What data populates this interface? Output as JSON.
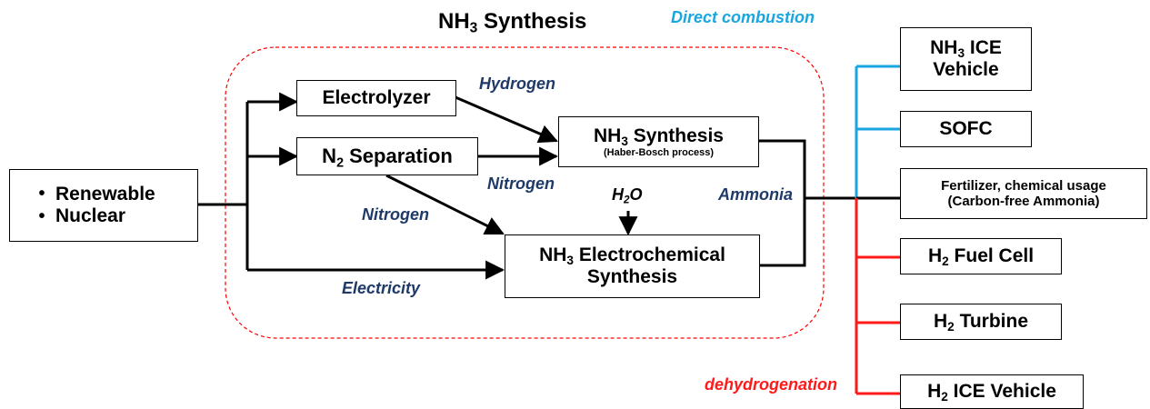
{
  "title": {
    "prefix": "NH",
    "sub": "3",
    "suffix": " Synthesis"
  },
  "sources": {
    "bullet": "•",
    "items": [
      "Renewable",
      "Nuclear"
    ]
  },
  "boxes": {
    "electrolyzer": "Electrolyzer",
    "n2_separation": {
      "prefix": "N",
      "sub": "2",
      "suffix": " Separation"
    },
    "haber_bosch": {
      "prefix": "NH",
      "sub": "3",
      "suffix": " Synthesis",
      "note": "(Haber-Bosch process)"
    },
    "electrochemical": {
      "prefix": "NH",
      "sub": "3",
      "suffix": " Electrochemical",
      "line2": "Synthesis"
    }
  },
  "flow_labels": {
    "hydrogen": "Hydrogen",
    "nitrogen_top": "Nitrogen",
    "nitrogen_diag": "Nitrogen",
    "electricity": "Electricity",
    "water": {
      "prefix": "H",
      "sub": "2",
      "suffix": "O"
    },
    "ammonia": "Ammonia",
    "direct_combustion": "Direct combustion",
    "dehydrogenation": "dehydrogenation"
  },
  "applications": {
    "nh3_ice": {
      "prefix": "NH",
      "sub": "3",
      "suffix": " ICE",
      "line2": "Vehicle"
    },
    "sofc": "SOFC",
    "fertilizer": {
      "line1": "Fertilizer, chemical usage",
      "line2": "(Carbon-free Ammonia)"
    },
    "h2_fuel_cell": {
      "prefix": "H",
      "sub": "2",
      "suffix": " Fuel Cell"
    },
    "h2_turbine": {
      "prefix": "H",
      "sub": "2",
      "suffix": " Turbine"
    },
    "h2_ice": {
      "prefix": "H",
      "sub": "2",
      "suffix": " ICE Vehicle"
    }
  },
  "colors": {
    "line": "#000000",
    "combustion": "#1aa6e0",
    "dehydrogenation": "#ff1a1a",
    "region_border": "#ff0000",
    "flow_label": "#1f3a68"
  }
}
